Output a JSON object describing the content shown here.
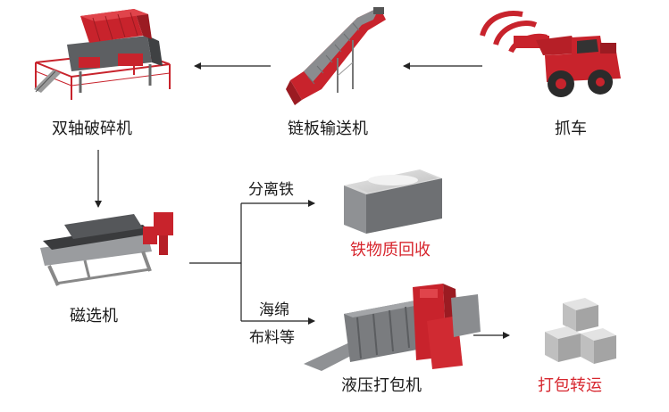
{
  "machines": {
    "shredder": "双轴破碎机",
    "conveyor": "链板输送机",
    "loader": "抓车",
    "magnetic": "磁选机",
    "baler": "液压打包机"
  },
  "outputs": {
    "iron_recovery": "铁物质回收",
    "bale_transport": "打包转运"
  },
  "branch_labels": {
    "separate_iron": "分离铁",
    "sponge_line1": "海绵",
    "sponge_line2": "布料等"
  },
  "colors": {
    "machine_red": "#c8232c",
    "machine_gray": "#8a8c8f",
    "text": "#1a1a1a",
    "output_red": "#d7262e"
  },
  "icons": [
    "shredder-machine-icon",
    "chain-conveyor-icon",
    "grab-loader-icon",
    "magnetic-separator-icon",
    "iron-bin-icon",
    "hydraulic-baler-icon",
    "bales-stack-icon"
  ]
}
